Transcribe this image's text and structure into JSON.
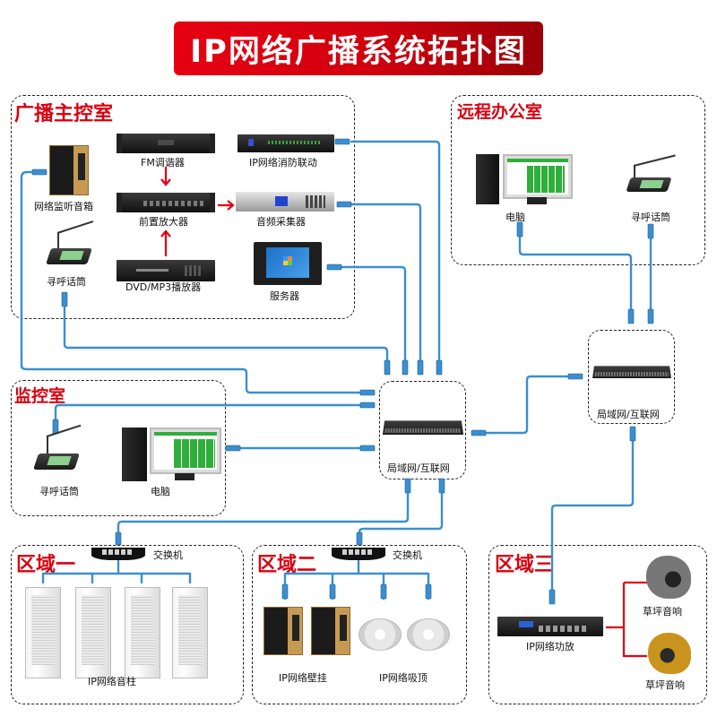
{
  "title": "IP网络广播系统拓扑图",
  "colors": {
    "title_red": "#e60012",
    "zone_title_red": "#d9000f",
    "cable_blue": "#3b8fd0",
    "arrow_red": "#e60012"
  },
  "zones": {
    "main_control": {
      "title": "广播主控室",
      "devices": {
        "monitor_speaker": "网络监听音箱",
        "fm_tuner": "FM调谐器",
        "fire_link": "IP网络消防联动",
        "preamp": "前置放大器",
        "audio_capture": "音频采集器",
        "paging_mic": "寻呼话筒",
        "dvd_player": "DVD/MP3播放器",
        "server": "服务器"
      }
    },
    "remote_office": {
      "title": "远程办公室",
      "devices": {
        "computer": "电脑",
        "paging_mic": "寻呼话筒"
      }
    },
    "monitor_room": {
      "title": "监控室",
      "devices": {
        "paging_mic": "寻呼话筒",
        "computer": "电脑"
      }
    },
    "zone1": {
      "title": "区域一",
      "switch": "交换机",
      "devices_label": "IP网络音柱"
    },
    "zone2": {
      "title": "区域二",
      "switch": "交换机",
      "wall_label": "IP网络壁挂",
      "ceiling_label": "IP网络吸顶"
    },
    "zone3": {
      "title": "区域三",
      "amp": "IP网络功放",
      "lawn_speaker_1": "草坪音响",
      "lawn_speaker_2": "草坪音响"
    }
  },
  "network": {
    "core_switch": "局域网/互联网",
    "remote_switch": "局域网/互联网"
  }
}
